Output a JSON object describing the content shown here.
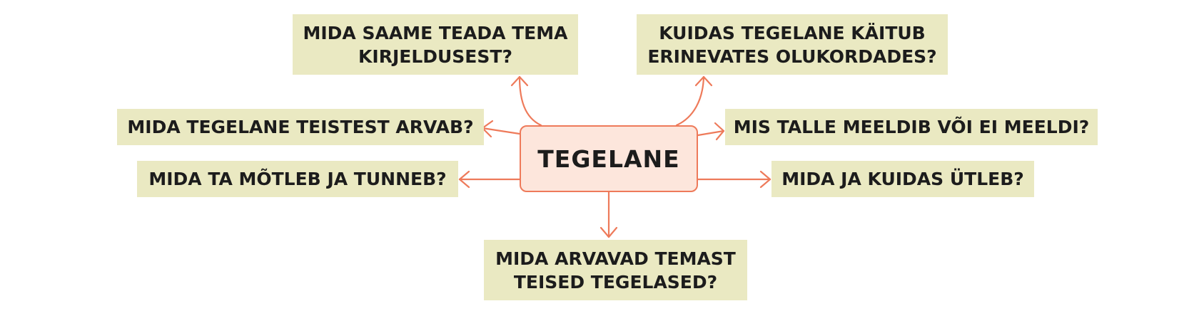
{
  "diagram": {
    "center": {
      "label": "TEGELANE"
    },
    "nodes": {
      "top_left": "MIDA SAAME TEADA TEMA\nKIRJELDUSEST?",
      "top_right": "KUIDAS TEGELANE KÄITUB\nERINEVATES OLUKORDADES?",
      "mid_left": "MIDA TEGELANE TEISTEST ARVAB?",
      "mid_right": "MIS TALLE MEELDIB VÕI EI MEELDI?",
      "low_left": "MIDA TA MÕTLEB JA TUNNEB?",
      "low_right": "MIDA JA KUIDAS ÜTLEB?",
      "bottom": "MIDA ARVAVAD TEMAST\nTEISED TEGELASED?"
    },
    "colors": {
      "box_fill": "#eae9c2",
      "center_fill": "#fde6dc",
      "center_border": "#ee7a5a",
      "arrow": "#ee7a5a",
      "text": "#1c1c1c"
    }
  }
}
